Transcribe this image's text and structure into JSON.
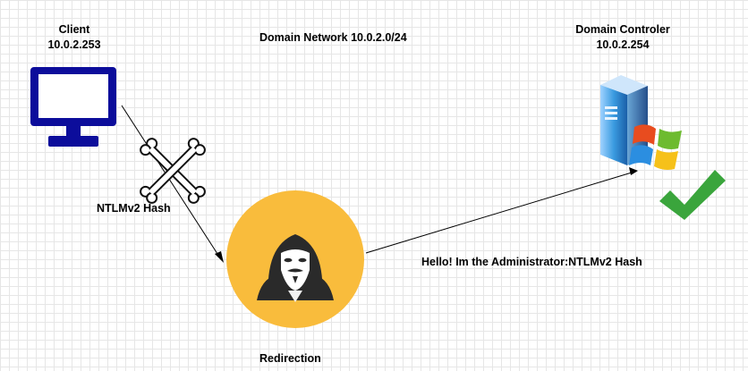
{
  "client": {
    "name": "Client",
    "ip": "10.0.2.253"
  },
  "network": {
    "label": "Domain Network 10.0.2.0/24"
  },
  "dc": {
    "name": "Domain Controler",
    "ip": "10.0.2.254"
  },
  "edges": {
    "client_to_attacker": "NTLMv2 Hash",
    "attacker_to_dc": "Hello! Im the Administrator:NTLMv2 Hash"
  },
  "attacker": {
    "label": "Redirection"
  },
  "icons": {
    "client": "monitor-icon",
    "blocked": "crossbones-icon",
    "attacker": "hacker-icon",
    "dc": "server-icon",
    "success": "checkmark-icon"
  },
  "colors": {
    "monitor": "#0c0d9b",
    "attacker_bg": "#f9bc3c",
    "check": "#3aa53c",
    "server": "#3a9be0"
  }
}
